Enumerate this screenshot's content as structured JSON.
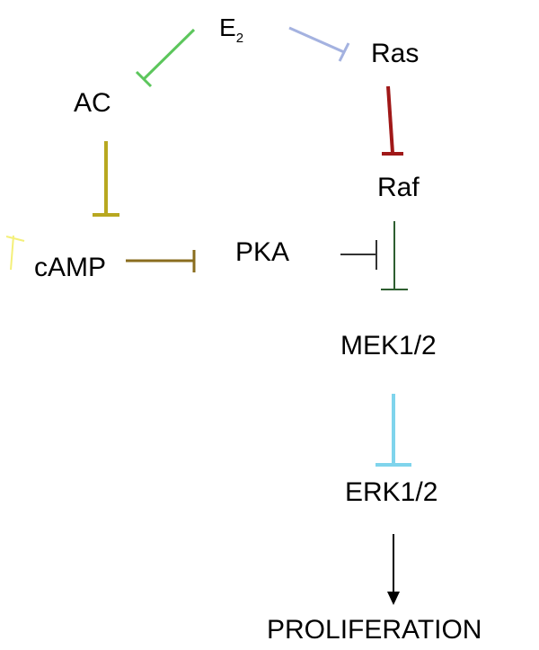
{
  "diagram": {
    "nodes": {
      "e2": {
        "label": "E",
        "subscript": "2"
      },
      "ac": {
        "label": "AC"
      },
      "ras": {
        "label": "Ras"
      },
      "raf": {
        "label": "Raf"
      },
      "camp": {
        "label": "cAMP"
      },
      "pka": {
        "label": "PKA"
      },
      "mek": {
        "label": "MEK1/2"
      },
      "erk": {
        "label": "ERK1/2"
      },
      "proliferation": {
        "label": "PROLIFERATION"
      }
    },
    "edges": [
      {
        "from": "E2",
        "to": "AC",
        "type": "inhibition",
        "color": "#5cc65c"
      },
      {
        "from": "E2",
        "to": "Ras",
        "type": "inhibition",
        "color": "#a4b2e0"
      },
      {
        "from": "Ras",
        "to": "Raf",
        "type": "inhibition",
        "color": "#a01818"
      },
      {
        "from": "AC",
        "to": "cAMP",
        "type": "inhibition",
        "color": "#b8a820"
      },
      {
        "from": "cAMP",
        "to": "PKA",
        "type": "inhibition",
        "color": "#8a6d1e"
      },
      {
        "from": "PKA",
        "to": "Raf-MEK",
        "type": "inhibition",
        "color": "#333333"
      },
      {
        "from": "Raf",
        "to": "MEK1/2",
        "type": "inhibition",
        "color": "#2e5e30"
      },
      {
        "from": "MEK1/2",
        "to": "ERK1/2",
        "type": "inhibition",
        "color": "#7fd4ec"
      },
      {
        "from": "ERK1/2",
        "to": "PROLIFERATION",
        "type": "activation",
        "color": "#000000"
      },
      {
        "from": "",
        "to": "cAMP",
        "type": "inhibition",
        "color": "#f4f07a"
      }
    ]
  }
}
